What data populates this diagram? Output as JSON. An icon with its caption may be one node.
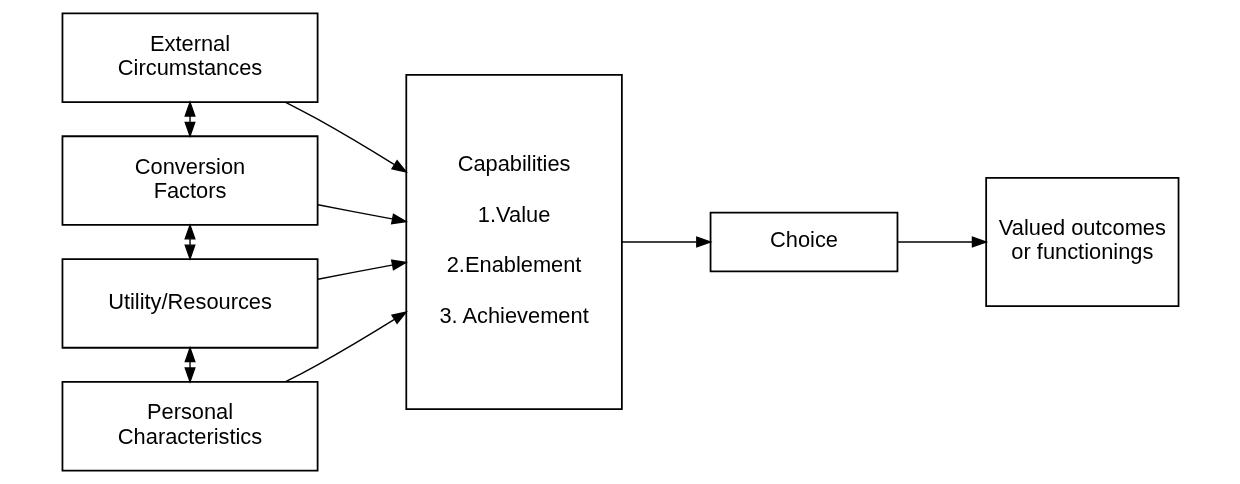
{
  "diagram": {
    "nodes": [
      {
        "text": [
          "External Circumstances"
        ]
      },
      {
        "text": [
          "Conversion Factors"
        ]
      },
      {
        "text": [
          "Utility/Resources"
        ]
      },
      {
        "text": [
          "Personal Characteristics"
        ]
      },
      {
        "text": [
          "Capabilities",
          "1.Value",
          "2.Enablement",
          "3. Achievement"
        ]
      },
      {
        "text": [
          "Choice"
        ]
      },
      {
        "text": [
          "Valued outcomes or functionings"
        ]
      }
    ],
    "edges": [
      {
        "from": 0,
        "to": 1,
        "arrow": "both"
      },
      {
        "from": 1,
        "to": 2,
        "arrow": "both"
      },
      {
        "from": 2,
        "to": 3,
        "arrow": "both"
      },
      {
        "from": 0,
        "to": 4,
        "arrow": "to"
      },
      {
        "from": 1,
        "to": 4,
        "arrow": "to"
      },
      {
        "from": 2,
        "to": 4,
        "arrow": "to"
      },
      {
        "from": 3,
        "to": 4,
        "arrow": "to"
      },
      {
        "from": 4,
        "to": 5,
        "arrow": "to"
      },
      {
        "from": 5,
        "to": 6,
        "arrow": "to"
      }
    ]
  }
}
